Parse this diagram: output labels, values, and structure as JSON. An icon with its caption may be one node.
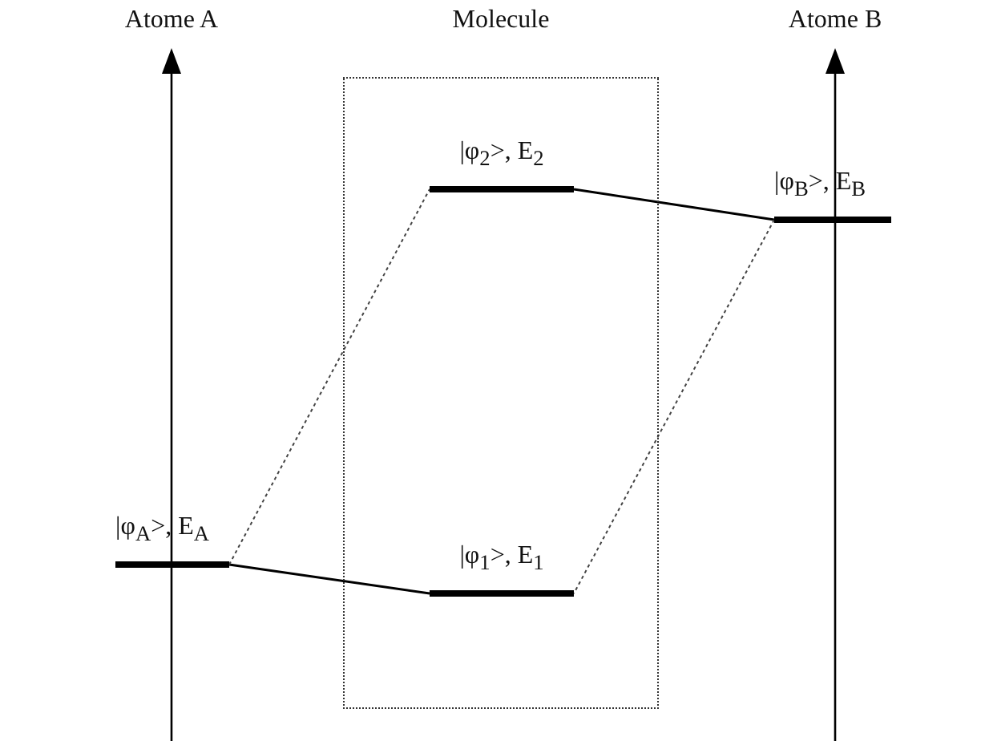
{
  "diagram": {
    "nodes": [
      {
        "text": [
          "Molecule"
        ]
      },
      {
        "text": [
          "|φ$_{2}$>, E$_{2}$"
        ],
        "in": 0
      },
      {
        "text": [
          "|φ$_{B}$>, E$_{B}$"
        ]
      },
      {
        "text": [
          "|φ$_{A}$>, E$_{A}$"
        ]
      },
      {
        "text": [
          "|φ$_{1}$>, E$_{1}$"
        ],
        "in": 0
      }
    ],
    "edges": [
      {
        "from": 3,
        "to": 4,
        "arrow": "none"
      },
      {
        "from": 3,
        "to": 1,
        "arrow": "none",
        "style": "dashed"
      },
      {
        "from": 2,
        "to": 1,
        "arrow": "none"
      },
      {
        "from": 2,
        "to": 4,
        "arrow": "none",
        "style": "dashed"
      }
    ],
    "labels": [
      "Atome A",
      "Atome B"
    ]
  }
}
